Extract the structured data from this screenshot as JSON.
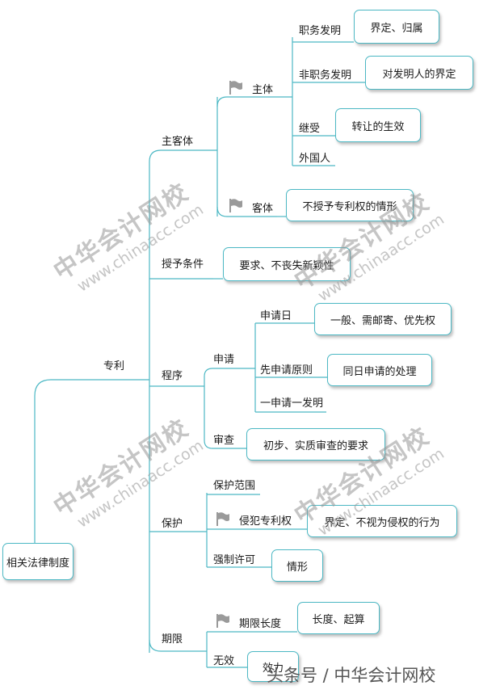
{
  "root": "相关法律制度",
  "branch": "专利",
  "subject": {
    "label": "主客体",
    "main": "主体",
    "items": {
      "job": "职务发明",
      "job_note": "界定、归属",
      "nonjob": "非职务发明",
      "nonjob_note": "对发明人的界定",
      "inherit": "继受",
      "inherit_note": "转让的生效",
      "foreign": "外国人"
    },
    "object": "客体",
    "object_note": "不授予专利权的情形"
  },
  "grant": {
    "label": "授予条件",
    "note": "要求、不丧失新颖性"
  },
  "procedure": {
    "label": "程序",
    "apply": "申请",
    "apply_date": "申请日",
    "apply_date_note": "一般、需邮寄、优先权",
    "first_apply": "先申请原则",
    "first_apply_note": "同日申请的处理",
    "one_apply": "一申请一发明",
    "examine": "审查",
    "examine_note": "初步、实质审查的要求"
  },
  "protection": {
    "label": "保护",
    "scope": "保护范围",
    "infringe": "侵犯专利权",
    "infringe_note": "界定、不视为侵权的行为",
    "compulsory": "强制许可",
    "compulsory_note": "情形"
  },
  "term": {
    "label": "期限",
    "length": "期限长度",
    "length_note": "长度、起算",
    "invalid": "无效",
    "invalid_note": "效力"
  },
  "watermark": {
    "cn": "中华会计网校",
    "en": "www.chinaacc.com"
  },
  "credit": "头条号 / 中华会计网校",
  "colors": {
    "line": "#4cb8c4",
    "flag": "#9a9a9a"
  }
}
